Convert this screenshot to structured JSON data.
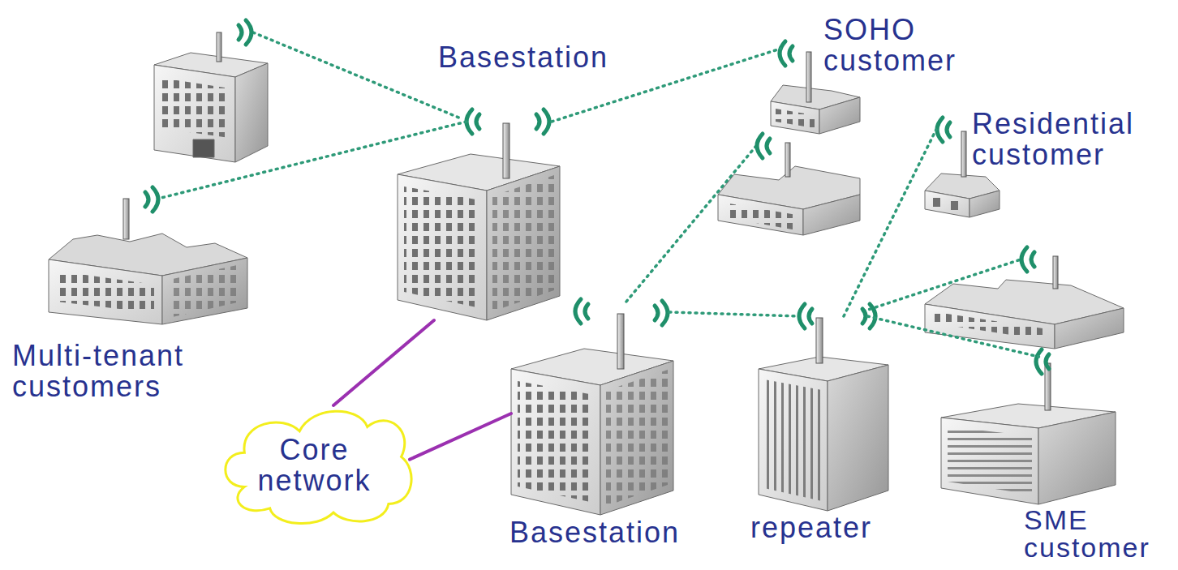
{
  "diagram": {
    "nodes": [
      {
        "text": [
          "Basestation"
        ]
      },
      {
        "text": [
          "SOHO customer"
        ]
      },
      {
        "text": [
          "Residential customer"
        ]
      },
      {
        "text": [
          "Multi-tenant customers"
        ]
      },
      {
        "text": [
          "Core network"
        ]
      },
      {
        "text": [
          "Basestation"
        ]
      },
      {
        "text": [
          "repeater"
        ]
      },
      {
        "text": [
          "SME customer"
        ]
      }
    ],
    "edges": [
      {
        "from": 0,
        "to": 3,
        "arrow": "none"
      },
      {
        "from": 0,
        "to": 1,
        "arrow": "none"
      },
      {
        "from": 4,
        "to": 0,
        "arrow": "none"
      },
      {
        "from": 4,
        "to": 5,
        "arrow": "none"
      },
      {
        "from": 5,
        "to": 6,
        "arrow": "none"
      },
      {
        "from": 6,
        "to": 2,
        "arrow": "none"
      },
      {
        "from": 6,
        "to": 7,
        "arrow": "none"
      }
    ]
  }
}
